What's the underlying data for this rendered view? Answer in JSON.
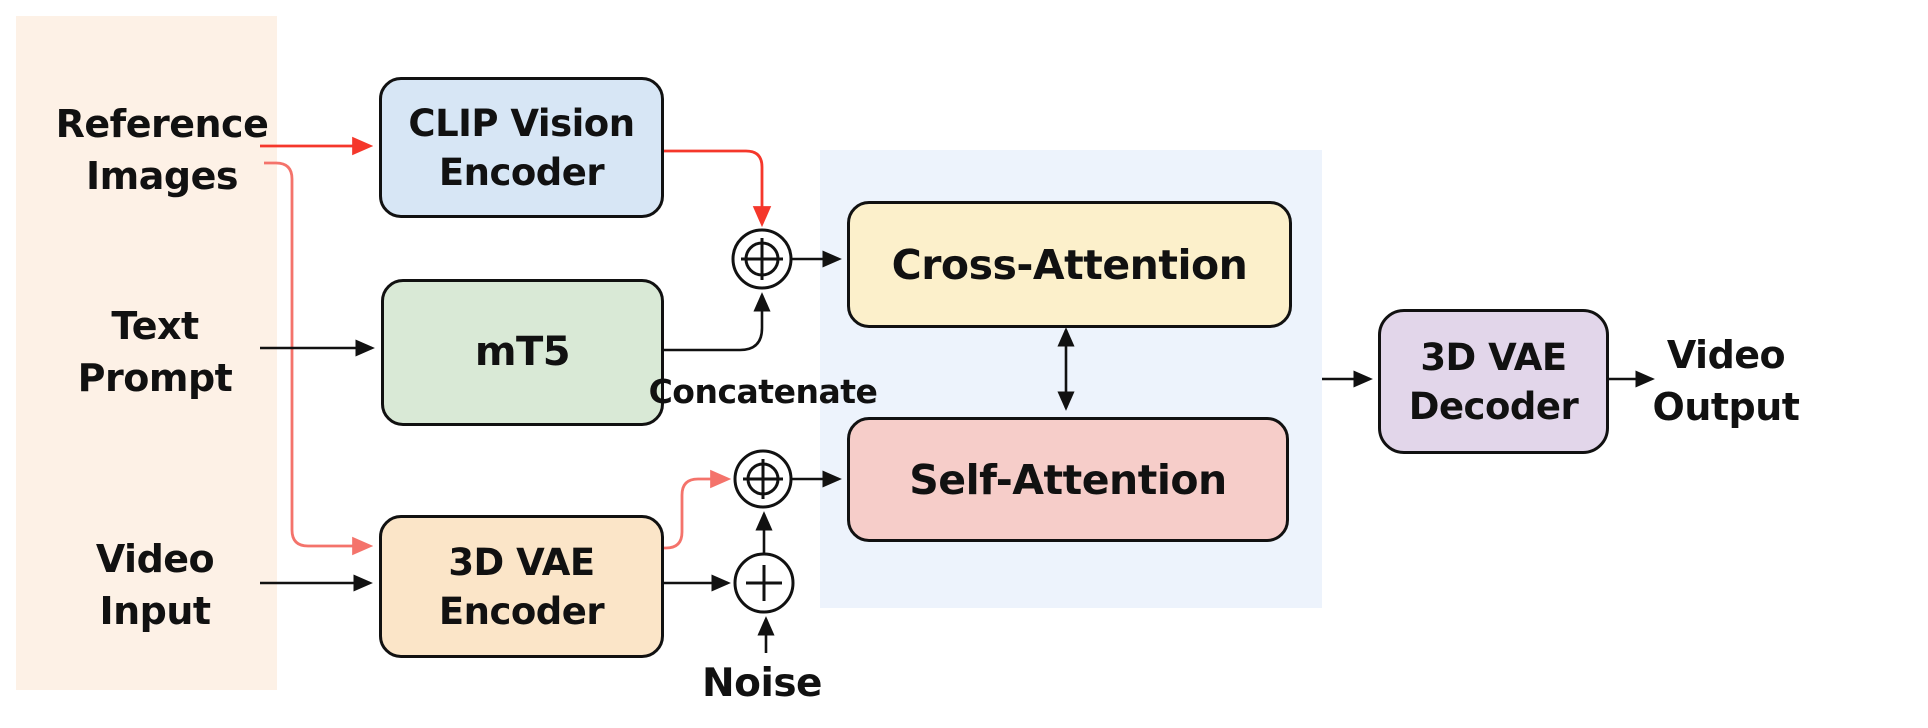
{
  "colors": {
    "inputs_panel": "#fdf1e6",
    "dit_panel": "#edf3fc",
    "clip_fill": "#d7e6f5",
    "mt5_fill": "#d9e9d6",
    "vae_encoder_fill": "#fbe5c8",
    "cross_attention_fill": "#fcf0cb",
    "self_attention_fill": "#f6cdc9",
    "decoder_fill": "#e2d6ea",
    "arrow_black": "#111111",
    "arrow_red": "#f5372b",
    "arrow_salmon": "#f4736b"
  },
  "inputs": {
    "reference_images": {
      "line1": "Reference",
      "line2": "Images"
    },
    "text_prompt": {
      "line1": "Text",
      "line2": "Prompt"
    },
    "video_input": {
      "line1": "Video",
      "line2": "Input"
    }
  },
  "encoders": {
    "clip": {
      "line1": "CLIP Vision",
      "line2": "Encoder"
    },
    "mt5": {
      "label": "mT5"
    },
    "vae_encoder": {
      "line1": "3D VAE",
      "line2": "Encoder"
    }
  },
  "attention": {
    "cross": {
      "label": "Cross-Attention"
    },
    "self": {
      "label": "Self-Attention"
    }
  },
  "decoder": {
    "line1": "3D VAE",
    "line2": "Decoder"
  },
  "video_output": {
    "line1": "Video",
    "line2": "Output"
  },
  "annotations": {
    "concatenate": "Concatenate",
    "noise": "Noise"
  },
  "nodes": {
    "concat_text_image": "⊕",
    "concat_ref_video": "⊕",
    "add_noise": "+"
  }
}
